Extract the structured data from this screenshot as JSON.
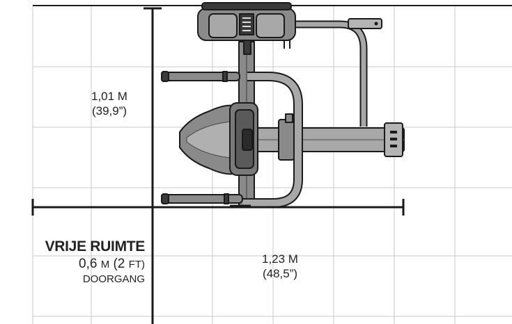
{
  "colors": {
    "grid": "#c8c8c8",
    "line": "#1a1a1a",
    "frame_fill": "#8a8a8a",
    "frame_light": "#b4b4b4",
    "frame_dark": "#3a3a3a",
    "text": "#222222"
  },
  "dimensions": {
    "depth": {
      "metric": "1,01 M",
      "imperial": "(39,9”)"
    },
    "width": {
      "metric": "1,23 M",
      "imperial": "(48,5”)"
    }
  },
  "clearance": {
    "title": "VRIJE RUIMTE",
    "value_num": "0,6",
    "value_unit_m": "M",
    "value_imperial_num": "(2",
    "value_unit_ft": "FT)",
    "note": "DOORGANG"
  },
  "icons": {
    "machine": "rowing-machine-top-view-icon"
  }
}
